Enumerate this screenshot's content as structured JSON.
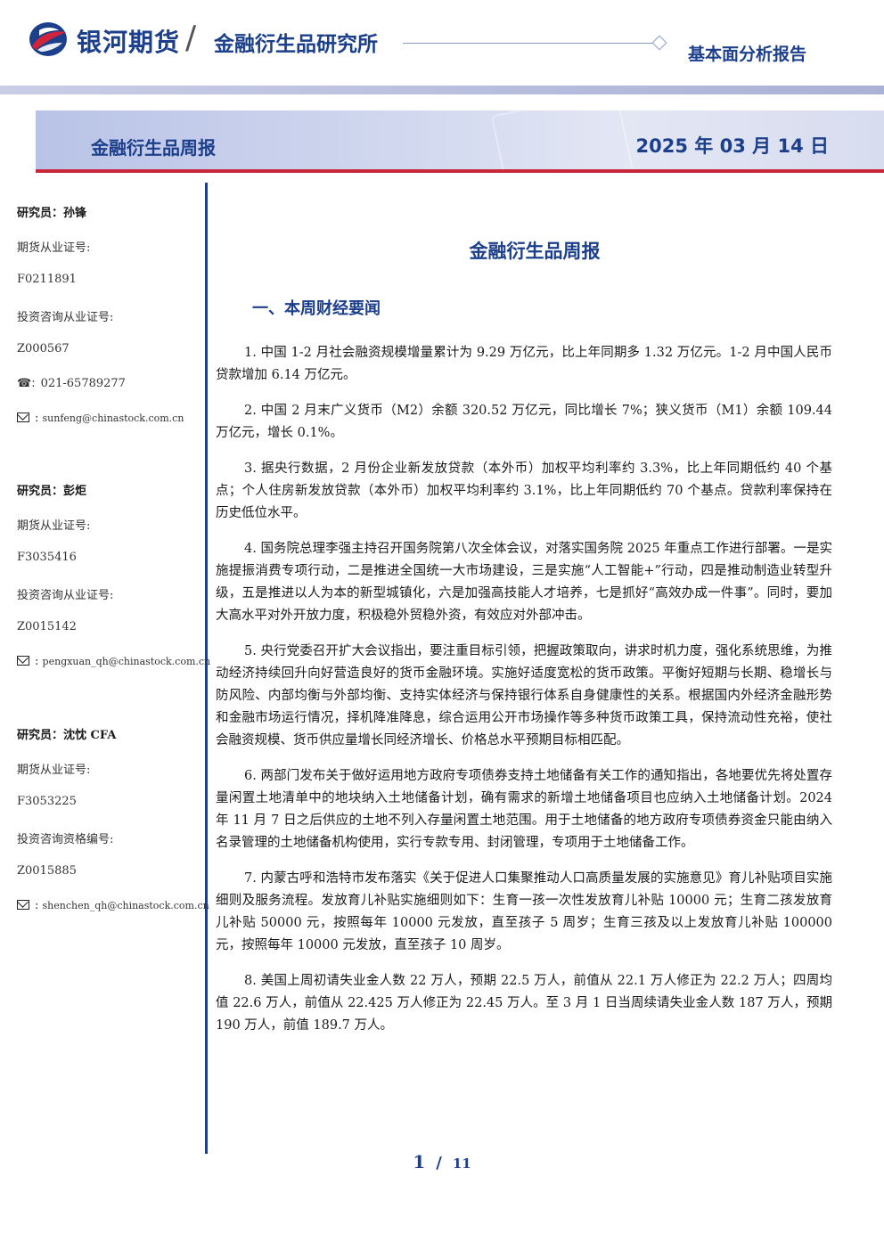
{
  "header": {
    "brand": "银河期货",
    "institute": "金融衍生品研究所",
    "report_type": "基本面分析报告"
  },
  "banner": {
    "title": "金融衍生品周报",
    "date": "2025 年 03 月 14 日"
  },
  "sidebar": {
    "analysts": [
      {
        "name": "研究员：孙锋",
        "license_label": "期货从业证号:",
        "license_no": "F0211891",
        "consult_label": "投资咨询从业证号:",
        "consult_no": "Z000567",
        "phone": "021-65789277",
        "email": "sunfeng@chinastock.com.cn"
      },
      {
        "name": "研究员：彭炬",
        "license_label": "期货从业证号:",
        "license_no": "F3035416",
        "consult_label": "投资咨询从业证号:",
        "consult_no": "Z0015142",
        "email": "pengxuan_qh@chinastock.com.cn"
      },
      {
        "name": "研究员：沈忱  CFA",
        "license_label": "期货从业证号:",
        "license_no": "F3053225",
        "consult_label": "投资咨询资格编号:",
        "consult_no": "Z0015885",
        "email": "shenchen_qh@chinastock.com.cn"
      }
    ]
  },
  "main": {
    "title": "金融衍生品周报",
    "section_heading": "一、本周财经要闻",
    "paragraphs": [
      "1. 中国 1-2 月社会融资规模增量累计为 9.29 万亿元，比上年同期多 1.32 万亿元。1-2 月中国人民币贷款增加 6.14 万亿元。",
      "2. 中国 2 月末广义货币（M2）余额 320.52 万亿元，同比增长 7%；狭义货币（M1）余额 109.44 万亿元，增长 0.1%。",
      "3. 据央行数据，2 月份企业新发放贷款（本外币）加权平均利率约 3.3%，比上年同期低约 40 个基点；个人住房新发放贷款（本外币）加权平均利率约 3.1%，比上年同期低约 70 个基点。贷款利率保持在历史低位水平。",
      "4. 国务院总理李强主持召开国务院第八次全体会议，对落实国务院 2025 年重点工作进行部署。一是实施提振消费专项行动，二是推进全国统一大市场建设，三是实施“人工智能+”行动，四是推动制造业转型升级，五是推进以人为本的新型城镇化，六是加强高技能人才培养，七是抓好“高效办成一件事”。同时，要加大高水平对外开放力度，积极稳外贸稳外资，有效应对外部冲击。",
      "5. 央行党委召开扩大会议指出，要注重目标引领，把握政策取向，讲求时机力度，强化系统思维，为推动经济持续回升向好营造良好的货币金融环境。实施好适度宽松的货币政策。平衡好短期与长期、稳增长与防风险、内部均衡与外部均衡、支持实体经济与保持银行体系自身健康性的关系。根据国内外经济金融形势和金融市场运行情况，择机降准降息，综合运用公开市场操作等多种货币政策工具，保持流动性充裕，使社会融资规模、货币供应量增长同经济增长、价格总水平预期目标相匹配。",
      "6. 两部门发布关于做好运用地方政府专项债券支持土地储备有关工作的通知指出，各地要优先将处置存量闲置土地清单中的地块纳入土地储备计划，确有需求的新增土地储备项目也应纳入土地储备计划。2024 年 11 月 7 日之后供应的土地不列入存量闲置土地范围。用于土地储备的地方政府专项债券资金只能由纳入名录管理的土地储备机构使用，实行专款专用、封闭管理，专项用于土地储备工作。",
      "7. 内蒙古呼和浩特市发布落实《关于促进人口集聚推动人口高质量发展的实施意见》育儿补贴项目实施细则及服务流程。发放育儿补贴实施细则如下：生育一孩一次性发放育儿补贴 10000 元；生育二孩发放育儿补贴 50000 元，按照每年 10000 元发放，直至孩子 5 周岁；生育三孩及以上发放育儿补贴 100000 元，按照每年 10000 元发放，直至孩子 10 周岁。",
      "8. 美国上周初请失业金人数 22 万人，预期 22.5 万人，前值从 22.1 万人修正为 22.2 万人；四周均值 22.6 万人，前值从 22.425 万人修正为 22.45 万人。至 3 月 1 日当周续请失业金人数 187 万人，预期 190 万人，前值 189.7 万人。"
    ]
  },
  "footer": {
    "page_current": "1",
    "page_separator": "/",
    "page_total": "11"
  }
}
